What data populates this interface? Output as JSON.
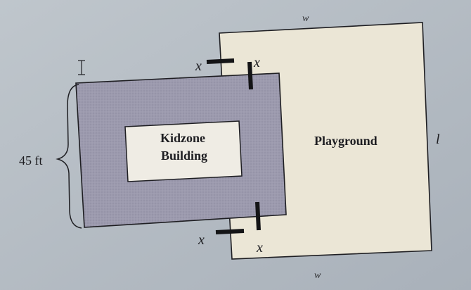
{
  "building": {
    "line1": "Kidzone",
    "line2": "Building"
  },
  "playground": {
    "label": "Playground",
    "width_label_top": "w",
    "width_label_bottom": "w",
    "length_label": "l"
  },
  "dimension": {
    "height_label": "45 ft"
  },
  "notches": {
    "top_left_x": "x",
    "top_right_x": "x",
    "bottom_left_x": "x",
    "bottom_right_x": "x"
  },
  "colors": {
    "background": "#b4bcc4",
    "playground_fill": "#ebe6d6",
    "building_fill": "#9c9aae",
    "inner_box_fill": "#efece4",
    "line": "#1e1e22"
  }
}
